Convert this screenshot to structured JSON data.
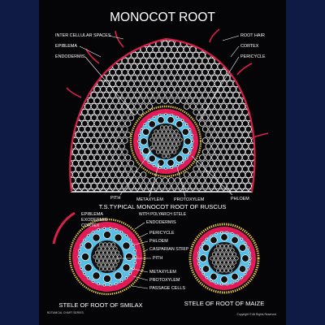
{
  "title": "MONOCOT ROOT",
  "main": {
    "labels_left": [
      "INTER CELLULAR SPACES",
      "EPIBLEMA",
      "ENDODERMIS"
    ],
    "labels_right": [
      "ROOT HAIR",
      "CORTEX",
      "PERICYCLE"
    ],
    "labels_bottom": [
      "PITH",
      "METAXYLEM",
      "PROTOXYLEM",
      "PHLOEM"
    ],
    "caption": "T.S.TYPICAL MONOCOT ROOT OF RUSCUS",
    "caption_sub": "WITH POLYARCH STELE"
  },
  "smilax": {
    "labels": [
      "EPIBLEMA",
      "EXODERMIS",
      "CORTEX"
    ],
    "caption": "STELE OF ROOT OF SMILAX"
  },
  "center_labels": [
    "ENDODERMIS",
    "PERICYCLE",
    "PHLOEM",
    "CASPARIAN STRIP",
    "PITH",
    "METAXYLEM",
    "PROTOXYLEM",
    "PASSAGE CELLS"
  ],
  "maize": {
    "caption": "STELE OF ROOT OF MAIZE"
  },
  "footer": {
    "left": "BOTANICAL CHART  SERIES",
    "right": "Copyright © All Rights Reserved"
  },
  "colors": {
    "background": "#050507",
    "cell_outline": "#ffffff",
    "root_hair": "#d8204a",
    "phloem": "#4fb8e6",
    "pericycle": "#e01b55",
    "endodermis": "#e8c84a"
  }
}
